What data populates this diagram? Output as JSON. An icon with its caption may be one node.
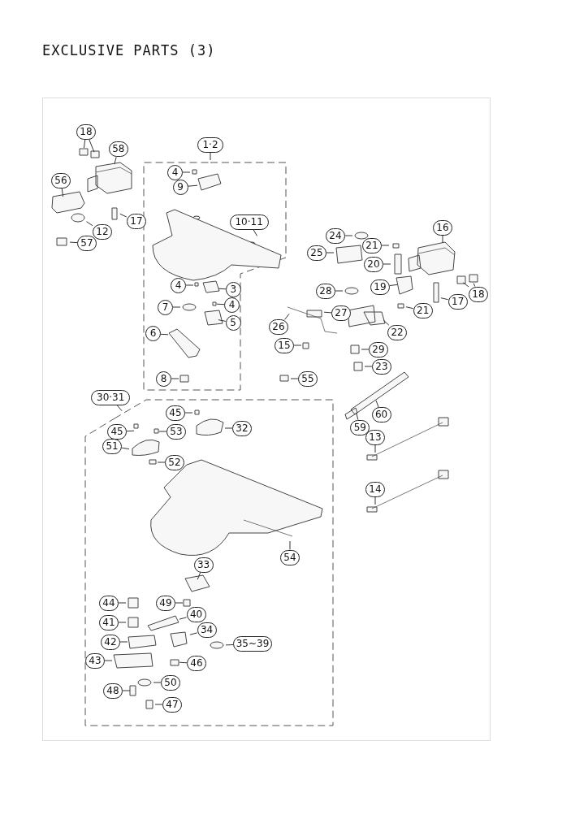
{
  "diagram": {
    "title": "EXCLUSIVE PARTS (3)",
    "nodes": [
      {
        "text": [
          "1·2"
        ]
      },
      {
        "text": [
          "18"
        ]
      },
      {
        "text": [
          "58"
        ]
      },
      {
        "text": [
          "56"
        ]
      },
      {
        "text": [
          "12"
        ]
      },
      {
        "text": [
          "57"
        ]
      },
      {
        "text": [
          "17"
        ]
      },
      {
        "text": [
          "4"
        ]
      },
      {
        "text": [
          "9"
        ]
      },
      {
        "text": [
          "10·11"
        ]
      },
      {
        "text": [
          "4"
        ]
      },
      {
        "text": [
          "3"
        ]
      },
      {
        "text": [
          "7"
        ]
      },
      {
        "text": [
          "4"
        ]
      },
      {
        "text": [
          "5"
        ]
      },
      {
        "text": [
          "6"
        ]
      },
      {
        "text": [
          "8"
        ]
      },
      {
        "text": [
          "24"
        ]
      },
      {
        "text": [
          "21"
        ]
      },
      {
        "text": [
          "16"
        ]
      },
      {
        "text": [
          "25"
        ]
      },
      {
        "text": [
          "20"
        ]
      },
      {
        "text": [
          "28"
        ]
      },
      {
        "text": [
          "19"
        ]
      },
      {
        "text": [
          "18"
        ]
      },
      {
        "text": [
          "27"
        ]
      },
      {
        "text": [
          "26"
        ]
      },
      {
        "text": [
          "21"
        ]
      },
      {
        "text": [
          "17"
        ]
      },
      {
        "text": [
          "22"
        ]
      },
      {
        "text": [
          "15"
        ]
      },
      {
        "text": [
          "29"
        ]
      },
      {
        "text": [
          "23"
        ]
      },
      {
        "text": [
          "55"
        ]
      },
      {
        "text": [
          "60"
        ]
      },
      {
        "text": [
          "59"
        ]
      },
      {
        "text": [
          "13"
        ]
      },
      {
        "text": [
          "14"
        ]
      },
      {
        "text": [
          "30·31"
        ]
      },
      {
        "text": [
          "45"
        ]
      },
      {
        "text": [
          "45"
        ]
      },
      {
        "text": [
          "53"
        ]
      },
      {
        "text": [
          "32"
        ]
      },
      {
        "text": [
          "51"
        ]
      },
      {
        "text": [
          "52"
        ]
      },
      {
        "text": [
          "54"
        ]
      },
      {
        "text": [
          "33"
        ]
      },
      {
        "text": [
          "44"
        ]
      },
      {
        "text": [
          "49"
        ]
      },
      {
        "text": [
          "41"
        ]
      },
      {
        "text": [
          "40"
        ]
      },
      {
        "text": [
          "34"
        ]
      },
      {
        "text": [
          "42"
        ]
      },
      {
        "text": [
          "35~39"
        ]
      },
      {
        "text": [
          "43"
        ]
      },
      {
        "text": [
          "46"
        ]
      },
      {
        "text": [
          "48"
        ]
      },
      {
        "text": [
          "50"
        ]
      },
      {
        "text": [
          "47"
        ]
      }
    ],
    "edges": [
      {
        "from": 0,
        "to": null,
        "arrow": "none"
      },
      {
        "from": 1,
        "to": null,
        "arrow": "none"
      },
      {
        "from": 1,
        "to": null,
        "arrow": "none"
      },
      {
        "from": 2,
        "to": null,
        "arrow": "none"
      },
      {
        "from": 3,
        "to": null,
        "arrow": "none"
      },
      {
        "from": 4,
        "to": null,
        "arrow": "none"
      },
      {
        "from": 5,
        "to": null,
        "arrow": "none"
      },
      {
        "from": 6,
        "to": null,
        "arrow": "none"
      },
      {
        "from": 7,
        "to": null,
        "arrow": "none"
      },
      {
        "from": 8,
        "to": null,
        "arrow": "none"
      },
      {
        "from": 9,
        "to": null,
        "arrow": "none"
      },
      {
        "from": 10,
        "to": null,
        "arrow": "none"
      },
      {
        "from": 11,
        "to": null,
        "arrow": "none"
      },
      {
        "from": 12,
        "to": null,
        "arrow": "none"
      },
      {
        "from": 13,
        "to": null,
        "arrow": "none"
      },
      {
        "from": 14,
        "to": null,
        "arrow": "none"
      },
      {
        "from": 15,
        "to": null,
        "arrow": "none"
      },
      {
        "from": 16,
        "to": null,
        "arrow": "none"
      },
      {
        "from": 17,
        "to": null,
        "arrow": "none"
      },
      {
        "from": 18,
        "to": null,
        "arrow": "none"
      },
      {
        "from": 19,
        "to": null,
        "arrow": "none"
      },
      {
        "from": 20,
        "to": null,
        "arrow": "none"
      },
      {
        "from": 21,
        "to": null,
        "arrow": "none"
      },
      {
        "from": 22,
        "to": null,
        "arrow": "none"
      },
      {
        "from": 23,
        "to": null,
        "arrow": "none"
      },
      {
        "from": 24,
        "to": null,
        "arrow": "none"
      },
      {
        "from": 24,
        "to": null,
        "arrow": "none"
      },
      {
        "from": 25,
        "to": null,
        "arrow": "none"
      },
      {
        "from": 26,
        "to": null,
        "arrow": "none"
      },
      {
        "from": 27,
        "to": null,
        "arrow": "none"
      },
      {
        "from": 28,
        "to": null,
        "arrow": "none"
      },
      {
        "from": 29,
        "to": null,
        "arrow": "none"
      },
      {
        "from": 30,
        "to": null,
        "arrow": "none"
      },
      {
        "from": 31,
        "to": null,
        "arrow": "none"
      },
      {
        "from": 32,
        "to": null,
        "arrow": "none"
      },
      {
        "from": 33,
        "to": null,
        "arrow": "none"
      },
      {
        "from": 34,
        "to": null,
        "arrow": "none"
      },
      {
        "from": 35,
        "to": null,
        "arrow": "none"
      },
      {
        "from": 36,
        "to": null,
        "arrow": "none"
      },
      {
        "from": 37,
        "to": null,
        "arrow": "none"
      },
      {
        "from": 38,
        "to": null,
        "arrow": "none"
      },
      {
        "from": 39,
        "to": null,
        "arrow": "none"
      },
      {
        "from": 40,
        "to": null,
        "arrow": "none"
      },
      {
        "from": 41,
        "to": null,
        "arrow": "none"
      },
      {
        "from": 42,
        "to": null,
        "arrow": "none"
      },
      {
        "from": 43,
        "to": null,
        "arrow": "none"
      },
      {
        "from": 44,
        "to": null,
        "arrow": "none"
      },
      {
        "from": 45,
        "to": null,
        "arrow": "none"
      },
      {
        "from": 46,
        "to": null,
        "arrow": "none"
      },
      {
        "from": 47,
        "to": null,
        "arrow": "none"
      },
      {
        "from": 48,
        "to": null,
        "arrow": "none"
      },
      {
        "from": 49,
        "to": null,
        "arrow": "none"
      },
      {
        "from": 50,
        "to": null,
        "arrow": "none"
      },
      {
        "from": 51,
        "to": null,
        "arrow": "none"
      },
      {
        "from": 52,
        "to": null,
        "arrow": "none"
      },
      {
        "from": 53,
        "to": null,
        "arrow": "none"
      },
      {
        "from": 54,
        "to": null,
        "arrow": "none"
      },
      {
        "from": 55,
        "to": null,
        "arrow": "none"
      },
      {
        "from": 56,
        "to": null,
        "arrow": "none"
      },
      {
        "from": 57,
        "to": null,
        "arrow": "none"
      },
      {
        "from": 58,
        "to": null,
        "arrow": "none"
      }
    ]
  }
}
